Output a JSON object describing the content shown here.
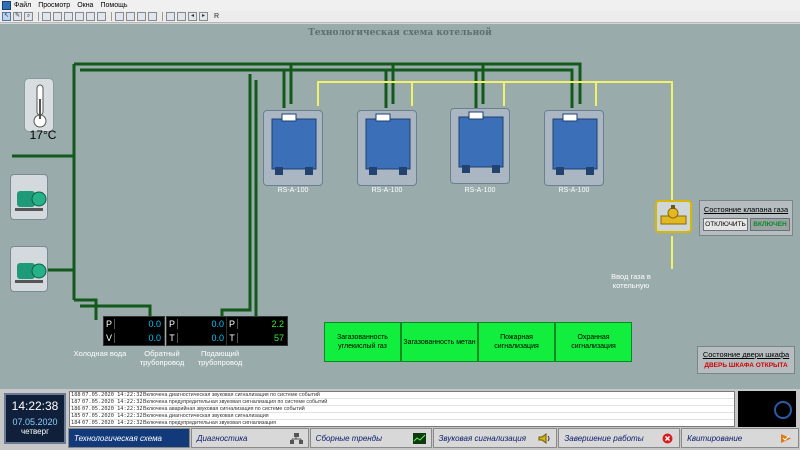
{
  "menu": {
    "items": [
      "Файл",
      "Просмотр",
      "Окна",
      "Помощь"
    ]
  },
  "toolbar": {
    "last_label": "R"
  },
  "diagram": {
    "title": "Технологическая схема котельной",
    "temperature": "17",
    "temperature_unit": "°C",
    "boilers": [
      {
        "label": "RS-A-100"
      },
      {
        "label": "RS-A-100"
      },
      {
        "label": "RS-A-100"
      },
      {
        "label": "RS-A-100"
      }
    ],
    "readouts": [
      {
        "rows": [
          {
            "key": "P",
            "value": "0.0"
          },
          {
            "key": "V",
            "value": "0.0"
          }
        ],
        "label": "Холодная вода"
      },
      {
        "rows": [
          {
            "key": "P",
            "value": "0.0"
          },
          {
            "key": "T",
            "value": "0.0"
          }
        ],
        "label": "Обратный трубопровод"
      },
      {
        "rows": [
          {
            "key": "P",
            "value": "2.2"
          },
          {
            "key": "T",
            "value": "57"
          }
        ],
        "label": "Подающий трубопровод"
      }
    ],
    "alarms": [
      "Загазованность углекислый газ",
      "Загазованность метан",
      "Пожарная сигнализация",
      "Охранная сигнализация"
    ],
    "gas_valve": {
      "title": "Состояние клапана газа",
      "off_button": "ОТКЛЮЧИТЬ",
      "state": "ВКЛЮЧЕН"
    },
    "gas_inlet": "Ввод газа в котельную",
    "cabinet_door": {
      "title": "Состояние двери шкафа",
      "state": "ДВЕРЬ ШКАФА ОТКРЫТА"
    },
    "colors": {
      "pipe_water": "#14591c",
      "pipe_gas": "#f1f16a",
      "alarm_green": "#12ee3e",
      "value_cyan": "#00c8ff",
      "value_green": "#34f034"
    }
  },
  "clock": {
    "time": "14:22:38",
    "date": "07.05.2020",
    "weekday": "четверг"
  },
  "event_log": [
    {
      "id": "188",
      "time": "07.05.2020 14:22:32",
      "message": "Включена диагностическая звуковая сигнализация по системе событий"
    },
    {
      "id": "187",
      "time": "07.05.2020 14:22:32",
      "message": "Включена предупредительная звуковая сигнализация по системе событий"
    },
    {
      "id": "186",
      "time": "07.05.2020 14:22:32",
      "message": "Включена аварийная звуковая сигнализация по системе событий"
    },
    {
      "id": "185",
      "time": "07.05.2020 14:22:32",
      "message": "Включена диагностическая звуковая сигнализация"
    },
    {
      "id": "184",
      "time": "07.05.2020 14:22:32",
      "message": "Включена предупредительная звуковая сигнализация"
    }
  ],
  "nav": [
    {
      "label": "Технологическая схема",
      "active": true,
      "icon": "none"
    },
    {
      "label": "Диагностика",
      "icon": "network-icon"
    },
    {
      "label": "Сборные тренды",
      "icon": "trend-icon"
    },
    {
      "label": "Звуковая сигнализация",
      "icon": "speaker-icon"
    },
    {
      "label": "Завершение работы",
      "icon": "close-circle-icon"
    },
    {
      "label": "Квитирование",
      "icon": "acknowledge-icon"
    }
  ]
}
